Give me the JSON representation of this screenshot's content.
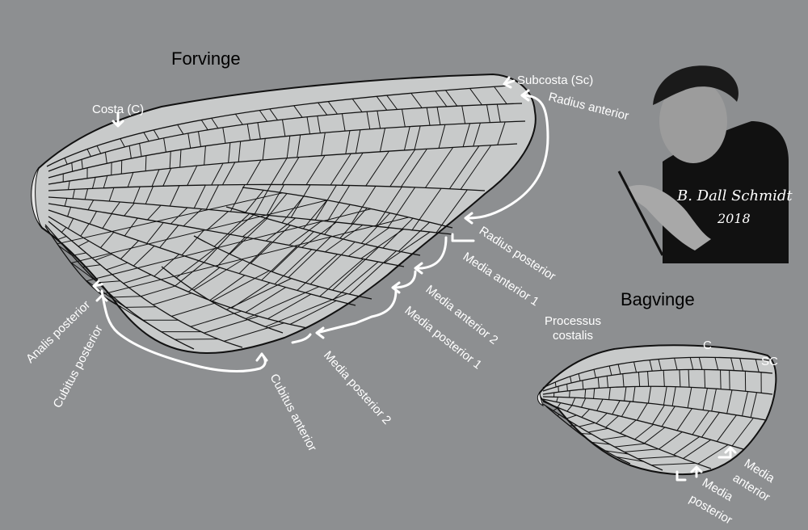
{
  "forewing": {
    "title": "Forvinge",
    "labels": {
      "subcosta": "Subcosta (Sc)",
      "costa": "Costa (C)",
      "radius_anterior": "Radius anterior",
      "radius_posterior": "Radius posterior",
      "media_anterior_1": "Media anterior 1",
      "media_anterior_2": "Media anterior 2",
      "media_posterior_1": "Media posterior 1",
      "media_posterior_2": "Media posterior 2",
      "cubitus_anterior": "Cubitus anterior",
      "cubitus_posterior": "Cubitus posterior",
      "analis_posterior": "Analis posterior"
    }
  },
  "hindwing": {
    "title": "Bagvinge",
    "labels": {
      "processus_line1": "Processus",
      "processus_line2": "costalis",
      "c": "C",
      "sc": "SC",
      "media_anterior_line1": "Media",
      "media_anterior_line2": "anterior",
      "media_posterior_line1": "Media",
      "media_posterior_line2": "posterior"
    }
  },
  "artist": {
    "signature": "B. Dall Schmidt",
    "year": "2018"
  },
  "colors": {
    "background": "#8d8f91",
    "wing_fill": "#c8caca",
    "vein": "#111111",
    "annotation": "#ffffff"
  }
}
